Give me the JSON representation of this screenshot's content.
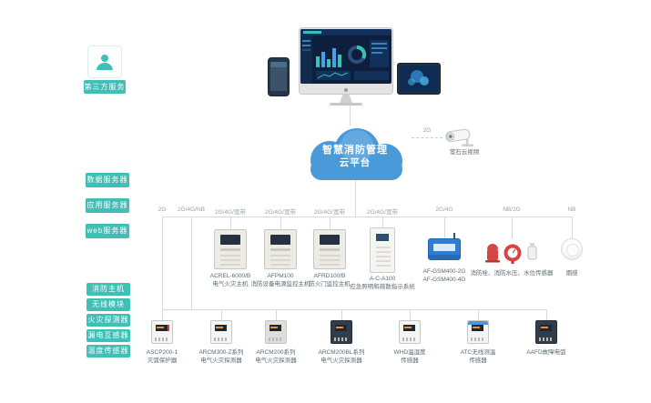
{
  "colors": {
    "teal": "#3fbfb5",
    "cloud": "#4a9ad9",
    "line": "#d9d9d9",
    "red": "#d6453f",
    "blue_device": "#2e7fd2",
    "label_text": "#5a6a72",
    "conn_text": "#93a3ad"
  },
  "third_party": {
    "label": "第三方服务"
  },
  "cloud": {
    "line1": "智慧消防管理",
    "line2": "云平台"
  },
  "camera": {
    "conn_label": "2G",
    "label": "萤石云视频"
  },
  "servers": [
    {
      "label": "数据服务器"
    },
    {
      "label": "应用服务器"
    },
    {
      "label": "web服务器"
    }
  ],
  "device_groups": [
    {
      "label": "消防主机"
    },
    {
      "label": "无线模块"
    },
    {
      "label": "火灾探测器"
    },
    {
      "label": "漏电互感器"
    },
    {
      "label": "温度传感器"
    }
  ],
  "uplinks": [
    {
      "label": "2G"
    },
    {
      "label": "2G/4G/NB"
    }
  ],
  "middle_devices": [
    {
      "conn": "2G/4G/宽带",
      "name": "ACREL-6000/B",
      "desc": "电气火灾主机"
    },
    {
      "conn": "2G/4G/宽带",
      "name": "AFPM100",
      "desc": "消防设备电源监控主机"
    },
    {
      "conn": "2G/4G/宽带",
      "name": "AFRD100/B",
      "desc": "防火门监控主机"
    },
    {
      "conn": "2G/4G/宽带",
      "name": "A-C-A100",
      "desc": "应急照明和疏散指示系统"
    },
    {
      "conn": "2G/4G",
      "name": "AF-GSM400-2G",
      "desc": "AF-GSM400-4G"
    },
    {
      "conn": "NB/2G",
      "name": "",
      "desc": "消防栓、消防水压、水位传感器"
    },
    {
      "conn": "NB",
      "name": "",
      "desc": "烟感"
    }
  ],
  "bottom_devices": [
    {
      "name": "ASCP200-1",
      "desc": "灭弧保护器"
    },
    {
      "name": "ARCM300-Z系列",
      "desc": "电气火灾探测器"
    },
    {
      "name": "ARCM200系列",
      "desc": "电气火灾探测器"
    },
    {
      "name": "ARCM200BL系列",
      "desc": "电气火灾探测器"
    },
    {
      "name": "WHD温湿度",
      "desc": "传感器"
    },
    {
      "name": "ATC无线测温",
      "desc": "传感器"
    },
    {
      "name": "AAFD故障电弧",
      "desc": ""
    }
  ]
}
